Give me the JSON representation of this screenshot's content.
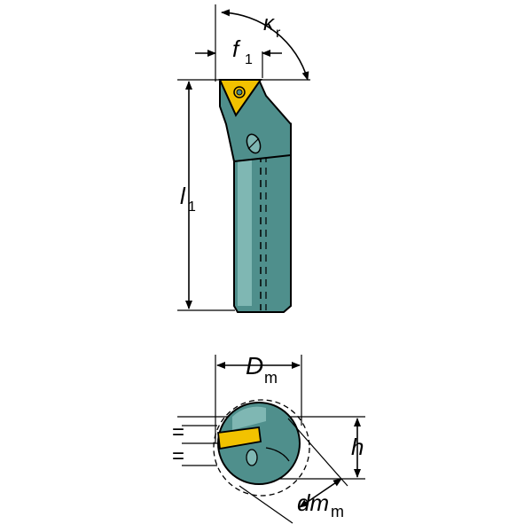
{
  "side_view": {
    "angle_label": "κ",
    "angle_sub": "r",
    "offset_label": "f",
    "offset_sub": "1",
    "length_label": "l",
    "length_sub": "1"
  },
  "end_view": {
    "diameter_label": "D",
    "diameter_sub": "m",
    "height_label": "h",
    "min_bore_label": "dm",
    "min_bore_sub": "m",
    "equal_sign_top": "=",
    "equal_sign_bottom": "="
  },
  "colors": {
    "holder_body": "#4f8f8c",
    "holder_light": "#7fb7b3",
    "insert": "#f2c200",
    "outline": "#000000"
  }
}
